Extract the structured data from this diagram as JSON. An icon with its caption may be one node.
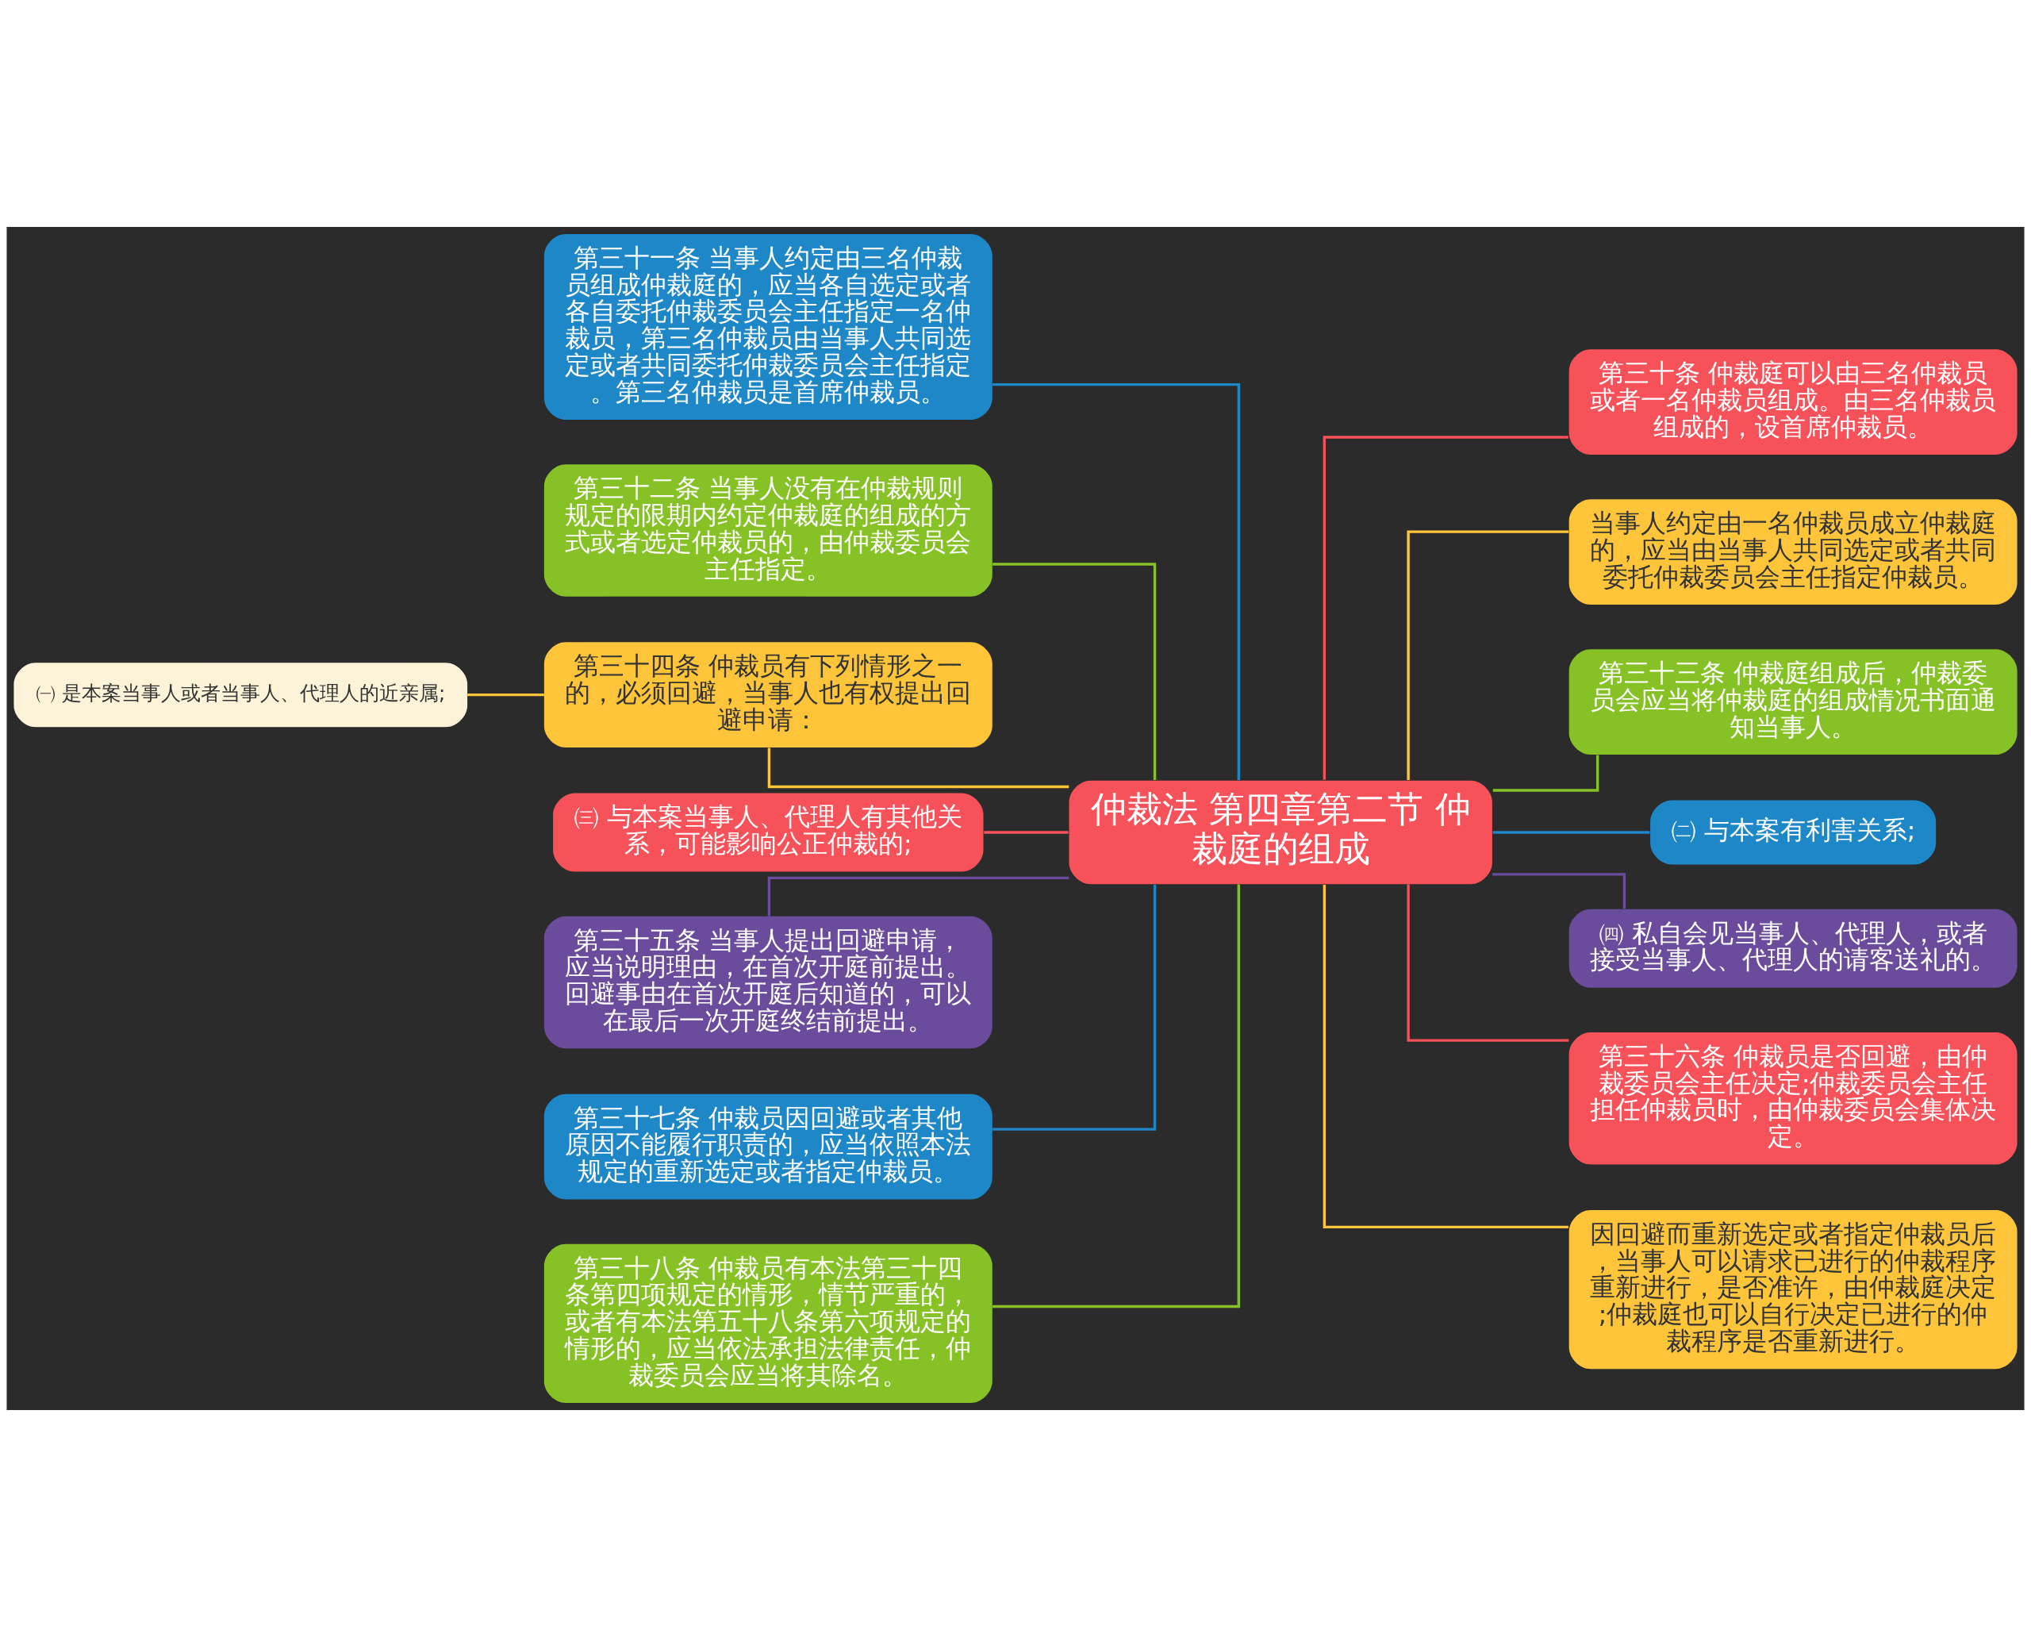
{
  "diagram": {
    "nodes": [
      {
        "text": [
          "仲裁法 第四章第二节 仲裁庭的组成"
        ]
      },
      {
        "text": [
          "第三十一条 当事人约定由三名仲裁员组成仲裁庭的，应当各自选定或者各自委托仲裁委员会主任指定一名仲裁员，第三名仲裁员由当事人共同选定或者共同委托仲裁委员会主任指定。第三名仲裁员是首席仲裁员。"
        ]
      },
      {
        "text": [
          "第三十二条 当事人没有在仲裁规则规定的限期内约定仲裁庭的组成的方式或者选定仲裁员的，由仲裁委员会主任指定。"
        ]
      },
      {
        "text": [
          "第三十四条 仲裁员有下列情形之一的，必须回避，当事人也有权提出回避申请："
        ]
      },
      {
        "text": [
          "㈢ 与本案当事人、代理人有其他关系，可能影响公正仲裁的;"
        ]
      },
      {
        "text": [
          "第三十五条 当事人提出回避申请，应当说明理由，在首次开庭前提出。回避事由在首次开庭后知道的，可以在最后一次开庭终结前提出。"
        ]
      },
      {
        "text": [
          "第三十七条 仲裁员因回避或者其他原因不能履行职责的，应当依照本法规定的重新选定或者指定仲裁员。"
        ]
      },
      {
        "text": [
          "第三十八条 仲裁员有本法第三十四条第四项规定的情形，情节严重的，或者有本法第五十八条第六项规定的情形的，应当依法承担法律责任，仲裁委员会应当将其除名。"
        ]
      },
      {
        "text": [
          "㈠ 是本案当事人或者当事人、代理人的近亲属;"
        ]
      },
      {
        "text": [
          "第三十条 仲裁庭可以由三名仲裁员或者一名仲裁员组成。由三名仲裁员组成的，设首席仲裁员。"
        ]
      },
      {
        "text": [
          "当事人约定由一名仲裁员成立仲裁庭的，应当由当事人共同选定或者共同委托仲裁委员会主任指定仲裁员。"
        ]
      },
      {
        "text": [
          "第三十三条 仲裁庭组成后，仲裁委员会应当将仲裁庭的组成情况书面通知当事人。"
        ]
      },
      {
        "text": [
          "㈡ 与本案有利害关系;"
        ]
      },
      {
        "text": [
          "㈣ 私自会见当事人、代理人，或者接受当事人、代理人的请客送礼的。"
        ]
      },
      {
        "text": [
          "第三十六条 仲裁员是否回避，由仲裁委员会主任决定;仲裁委员会主任担任仲裁员时，由仲裁委员会集体决定。"
        ]
      },
      {
        "text": [
          "因回避而重新选定或者指定仲裁员后，当事人可以请求已进行的仲裁程序重新进行，是否准许，由仲裁庭决定;仲裁庭也可以自行决定已进行的仲裁程序是否重新进行。"
        ]
      }
    ],
    "edges": [
      {
        "from": 0,
        "to": 1,
        "arrow": "none",
        "color": "#1e87c8"
      },
      {
        "from": 0,
        "to": 2,
        "arrow": "none",
        "color": "#86c226"
      },
      {
        "from": 0,
        "to": 3,
        "arrow": "none"
      },
      {
        "from": 0,
        "to": 4,
        "arrow": "none",
        "color": "#f7525a"
      },
      {
        "from": 0,
        "to": 5,
        "arrow": "none",
        "color": "#6b4b9b"
      },
      {
        "from": 0,
        "to": 6,
        "arrow": "none",
        "color": "#1e87c8"
      },
      {
        "from": 0,
        "to": 7,
        "arrow": "none",
        "color": "#86c226"
      },
      {
        "from": 3,
        "to": 8,
        "arrow": "none"
      },
      {
        "from": 0,
        "to": 9,
        "arrow": "none",
        "color": "#f7525a"
      },
      {
        "from": 0,
        "to": 10,
        "arrow": "none"
      },
      {
        "from": 0,
        "to": 11,
        "arrow": "none",
        "color": "#86c226"
      },
      {
        "from": 0,
        "to": 12,
        "arrow": "none",
        "color": "#1e87c8"
      },
      {
        "from": 0,
        "to": 13,
        "arrow": "none",
        "color": "#6b4b9b"
      },
      {
        "from": 0,
        "to": 14,
        "arrow": "none",
        "color": "#f7525a"
      },
      {
        "from": 0,
        "to": 15,
        "arrow": "none"
      }
    ]
  }
}
